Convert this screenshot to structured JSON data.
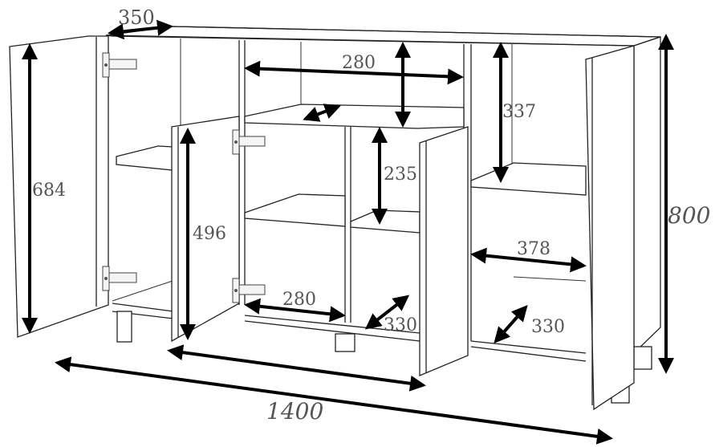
{
  "dimensions": {
    "depth": "350",
    "total_width": "1400",
    "total_height": "800",
    "left_door_height": "684",
    "center_door_height": "496",
    "top_niche_width": "280",
    "top_niche_height": "337",
    "middle_shelf_height": "235",
    "right_niche_width": "378",
    "bottom_left_width": "280",
    "bottom_center_depth": "330",
    "bottom_right_depth": "330"
  },
  "colors": {
    "outline": "#222222",
    "arrow": "#000000",
    "text": "#555555",
    "background": "#ffffff"
  }
}
